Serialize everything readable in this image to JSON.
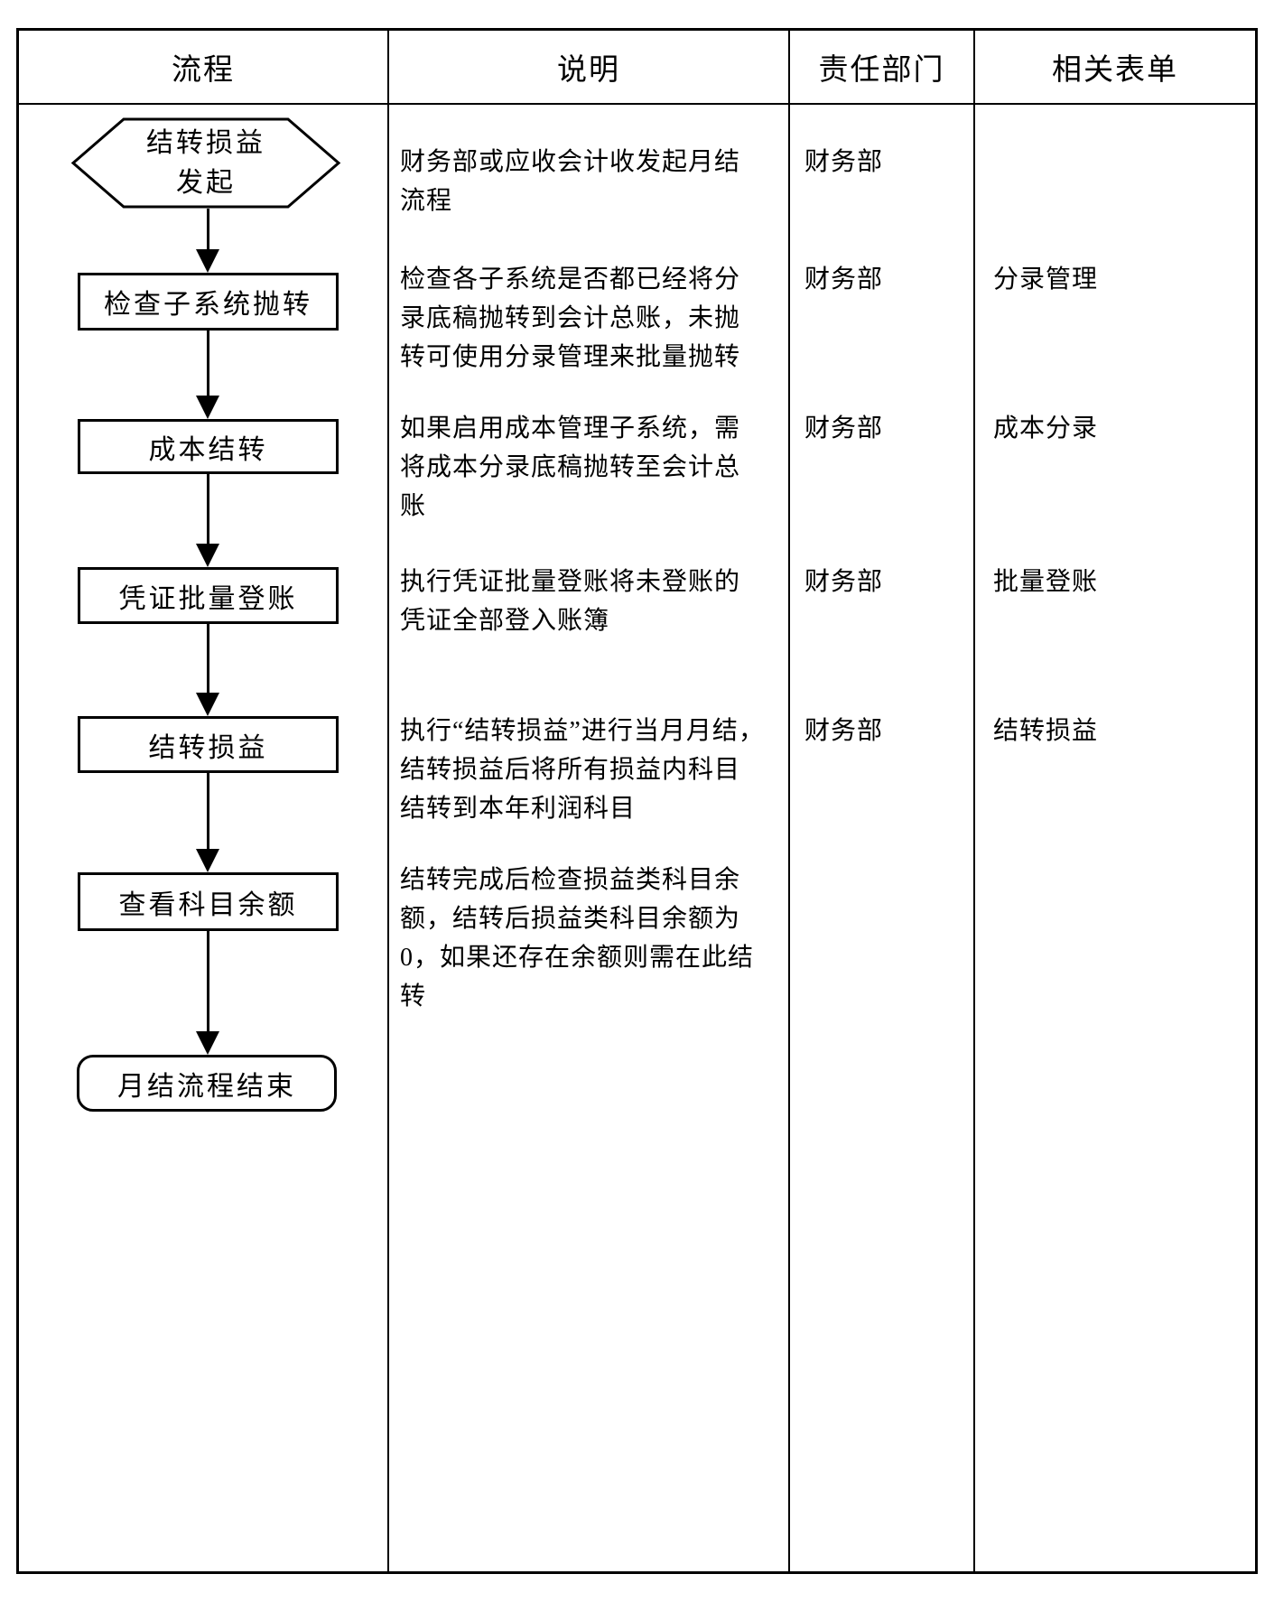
{
  "header": {
    "process": "流程",
    "description": "说明",
    "department": "责任部门",
    "forms": "相关表单"
  },
  "flowchart": {
    "start_label": "结转损益\n发起",
    "steps": [
      "检查子系统抛转",
      "成本结转",
      "凭证批量登账",
      "结转损益",
      "查看科目余额"
    ],
    "end_label": "月结流程结束"
  },
  "rows": [
    {
      "desc": "财务部或应收会计收发起月结流程",
      "dept": "财务部",
      "form": ""
    },
    {
      "desc": "检查各子系统是否都已经将分录底稿抛转到会计总账，未抛转可使用分录管理来批量抛转",
      "dept": "财务部",
      "form": "分录管理"
    },
    {
      "desc": "如果启用成本管理子系统，需将成本分录底稿抛转至会计总账",
      "dept": "财务部",
      "form": "成本分录"
    },
    {
      "desc": "执行凭证批量登账将未登账的凭证全部登入账簿",
      "dept": "财务部",
      "form": "批量登账"
    },
    {
      "desc": "执行“结转损益”进行当月月结，结转损益后将所有损益内科目结转到本年利润科目",
      "dept": "财务部",
      "form": "结转损益"
    },
    {
      "desc": "结转完成后检查损益类科目余额，结转后损益类科目余额为 0，如果还存在余额则需在此结转",
      "dept": "",
      "form": ""
    }
  ],
  "colors": {
    "line": "#000000",
    "background": "#ffffff"
  }
}
